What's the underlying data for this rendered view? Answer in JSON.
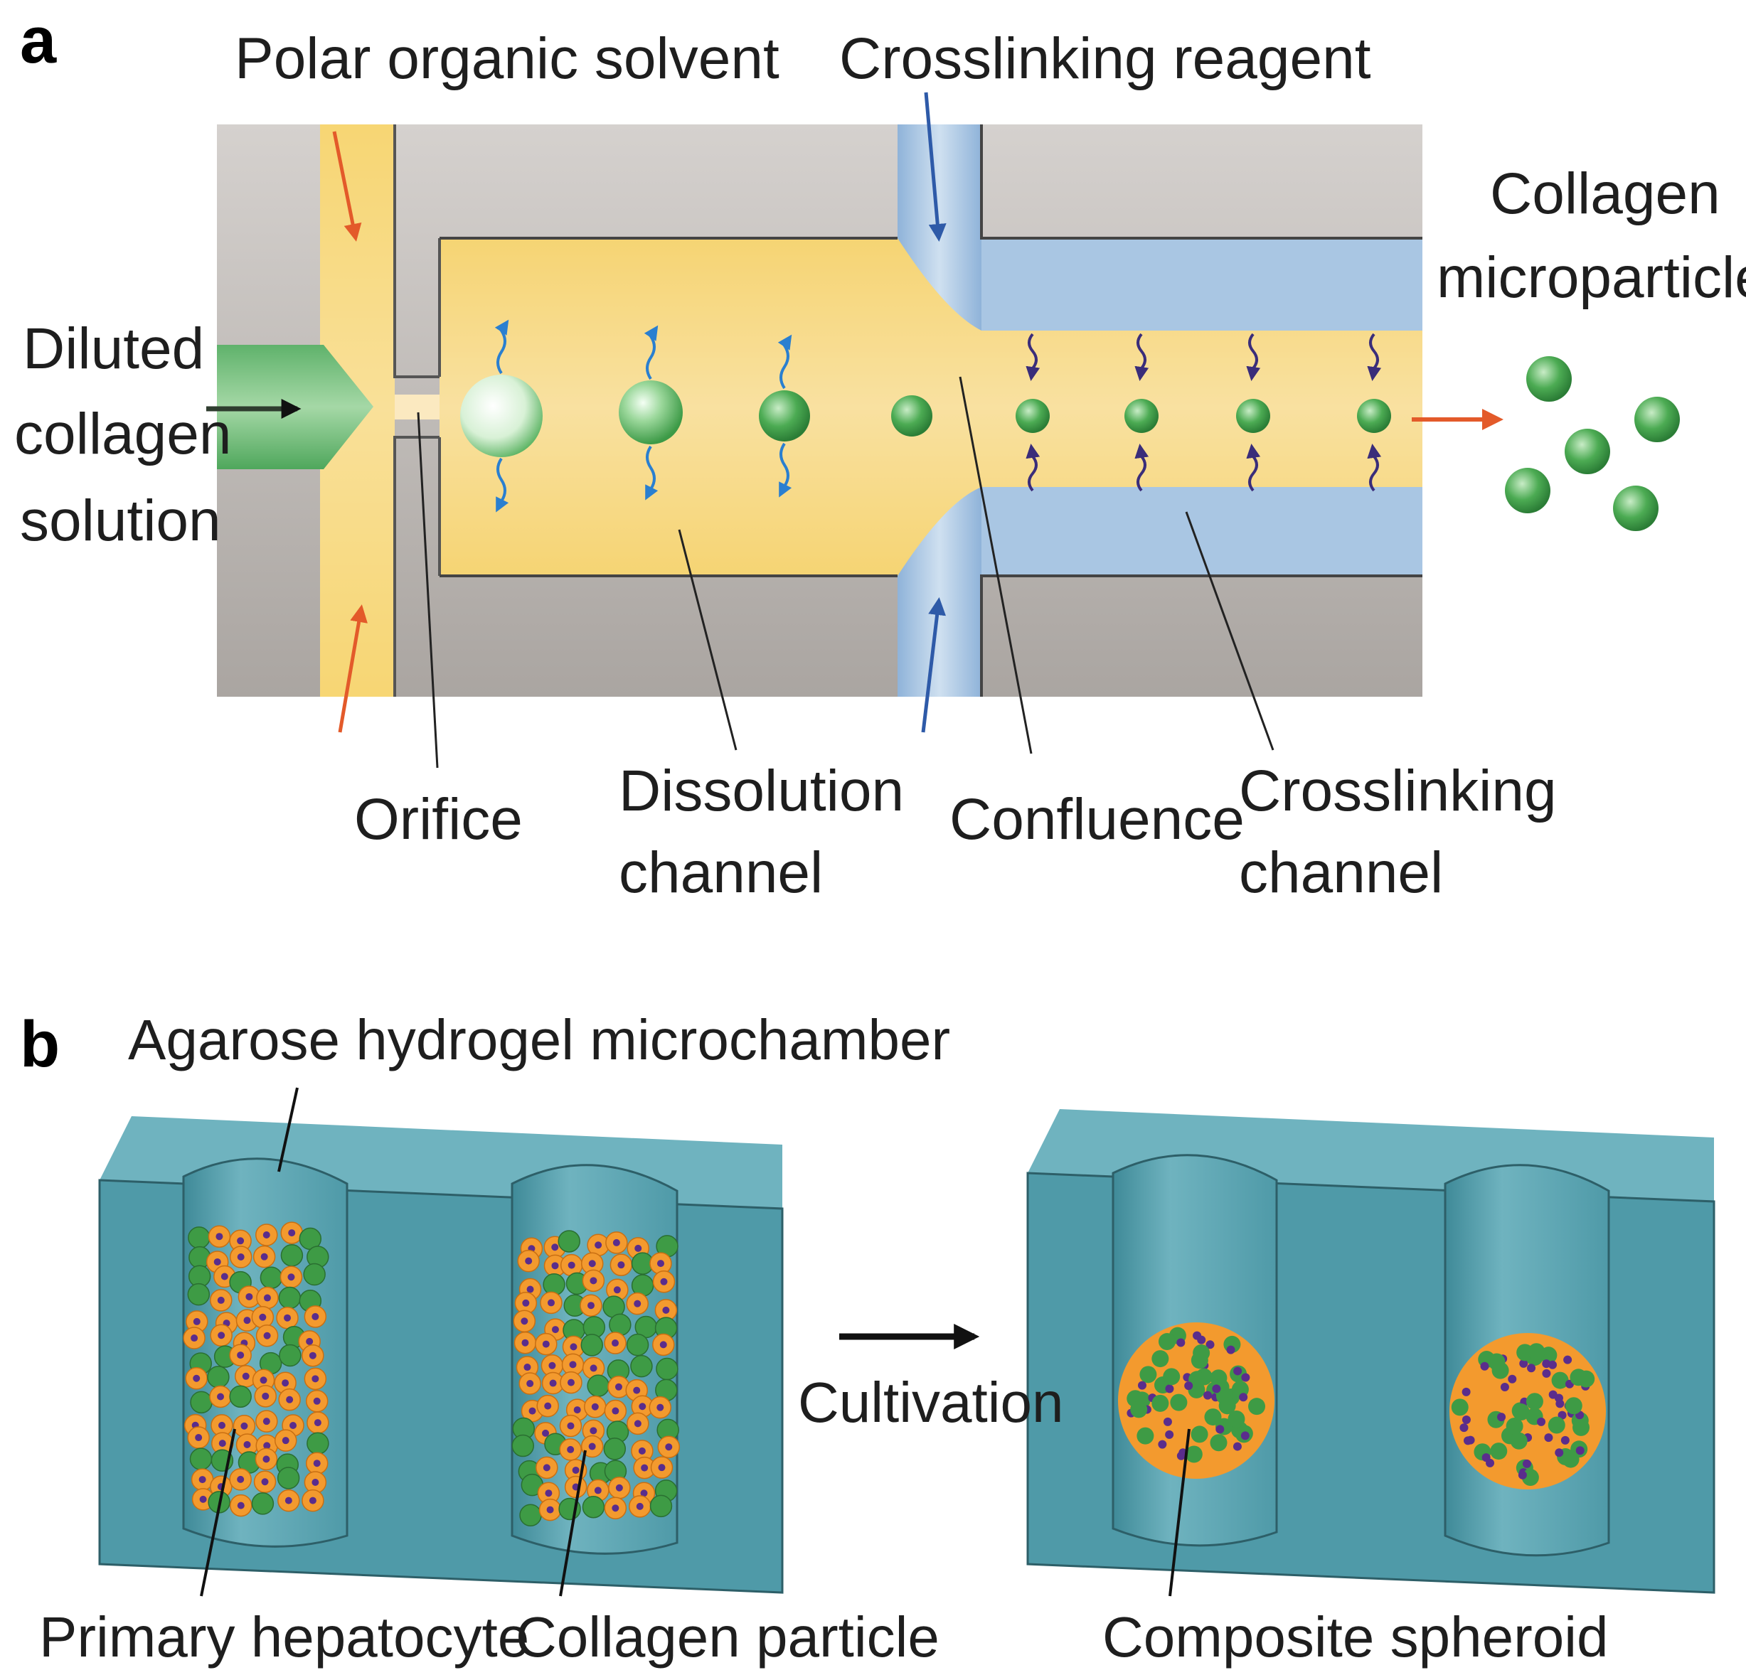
{
  "panel_a": {
    "letter": "a",
    "labels": {
      "polar_solvent": "Polar organic solvent",
      "crosslinking_reagent": "Crosslinking reagent",
      "collagen_micro_1": "Collagen",
      "collagen_micro_2": "microparticles",
      "diluted_1": "Diluted",
      "diluted_2": "collagen",
      "diluted_3": "solution",
      "orifice": "Orifice",
      "dissolution_1": "Dissolution",
      "dissolution_2": "channel",
      "confluence": "Confluence",
      "crosslinking_ch_1": "Crosslinking",
      "crosslinking_ch_2": "channel"
    }
  },
  "panel_b": {
    "letter": "b",
    "labels": {
      "agarose": "Agarose hydrogel microchamber",
      "cultivation": "Cultivation",
      "primary_hepatocyte": "Primary hepatocyte",
      "collagen_particle": "Collagen particle",
      "composite_spheroid": "Composite spheroid"
    }
  },
  "colors": {
    "chip_gray": "#bcb7b3",
    "solvent_yellow": "#f7d879",
    "crosslink_blue": "#a9c6e3",
    "collagen_green": "#4caf50",
    "arrow_orange": "#e35a2a",
    "arrow_blue": "#2e5aa8",
    "block_teal": "#4f9aa8",
    "cell_orange": "#f39a2e",
    "nucleus_purple": "#5a2d8c"
  }
}
